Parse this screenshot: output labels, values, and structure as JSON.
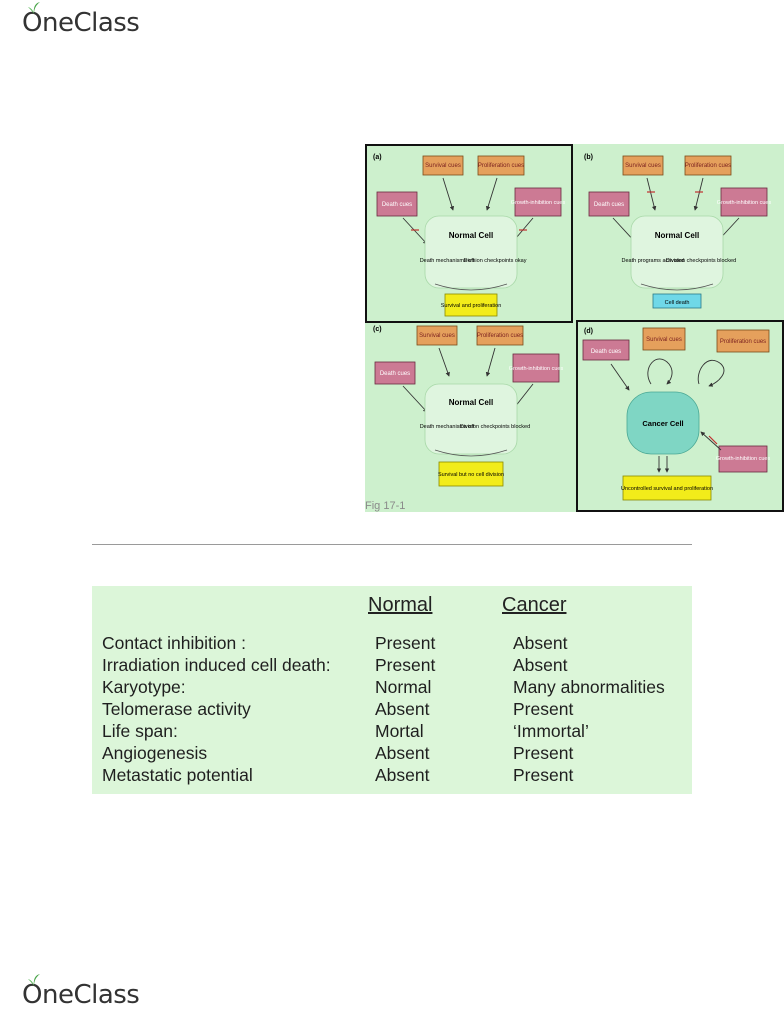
{
  "brand": {
    "name": "OneClass",
    "icon": "leaf-icon"
  },
  "figure": {
    "caption": "Fig 17-1",
    "panels": [
      {
        "tag": "(a)",
        "survival": "Survival cues",
        "proliferation": "Proliferation cues",
        "death": "Death cues",
        "growth": "Growth-inhibition cues",
        "cell": "Normal Cell",
        "left_state": "Death mechanisms off",
        "right_state": "Division checkpoints okay",
        "outcome": "Survival and proliferation"
      },
      {
        "tag": "(b)",
        "survival": "Survival cues",
        "proliferation": "Proliferation cues",
        "death": "Death cues",
        "growth": "Growth-inhibition cues",
        "cell": "Normal Cell",
        "left_state": "Death programs activated",
        "right_state": "Division checkpoints blocked",
        "outcome": "Cell death"
      },
      {
        "tag": "(c)",
        "survival": "Survival cues",
        "proliferation": "Proliferation cues",
        "death": "Death cues",
        "growth": "Growth-inhibition cues",
        "cell": "Normal Cell",
        "left_state": "Death mechanisms off",
        "right_state": "Division checkpoints blocked",
        "outcome": "Survival but no cell division"
      },
      {
        "tag": "(d)",
        "survival": "Survival cues",
        "proliferation": "Proliferation cues",
        "death": "Death cues",
        "growth": "Growth-inhibition cues",
        "cell": "Cancer Cell",
        "outcome": "Uncontrolled survival and proliferation"
      }
    ],
    "colors": {
      "background": "#cdf0cd",
      "survival_box": "#e5a05c",
      "death_box": "#cc7a94",
      "normal_cell": "#dff5df",
      "cancer_cell": "#7fd6c4",
      "outcome_yellow": "#f2ec1a",
      "outcome_cyan": "#6fd8e8"
    }
  },
  "comparison": {
    "headers": {
      "normal": "Normal",
      "cancer": "Cancer"
    },
    "rows": [
      {
        "feature": "Contact inhibition :",
        "normal": "Present",
        "cancer": "Absent"
      },
      {
        "feature": "Irradiation induced cell death:",
        "normal": "Present",
        "cancer": "Absent"
      },
      {
        "feature": "Karyotype:",
        "normal": "Normal",
        "cancer": "Many abnormalities"
      },
      {
        "feature": "Telomerase activity",
        "normal": "Absent",
        "cancer": "Present"
      },
      {
        "feature": "Life span:",
        "normal": "Mortal",
        "cancer": "‘Immortal’"
      },
      {
        "feature": "Angiogenesis",
        "normal": "Absent",
        "cancer": "Present"
      },
      {
        "feature": "Metastatic potential",
        "normal": "Absent",
        "cancer": "Present"
      }
    ]
  }
}
